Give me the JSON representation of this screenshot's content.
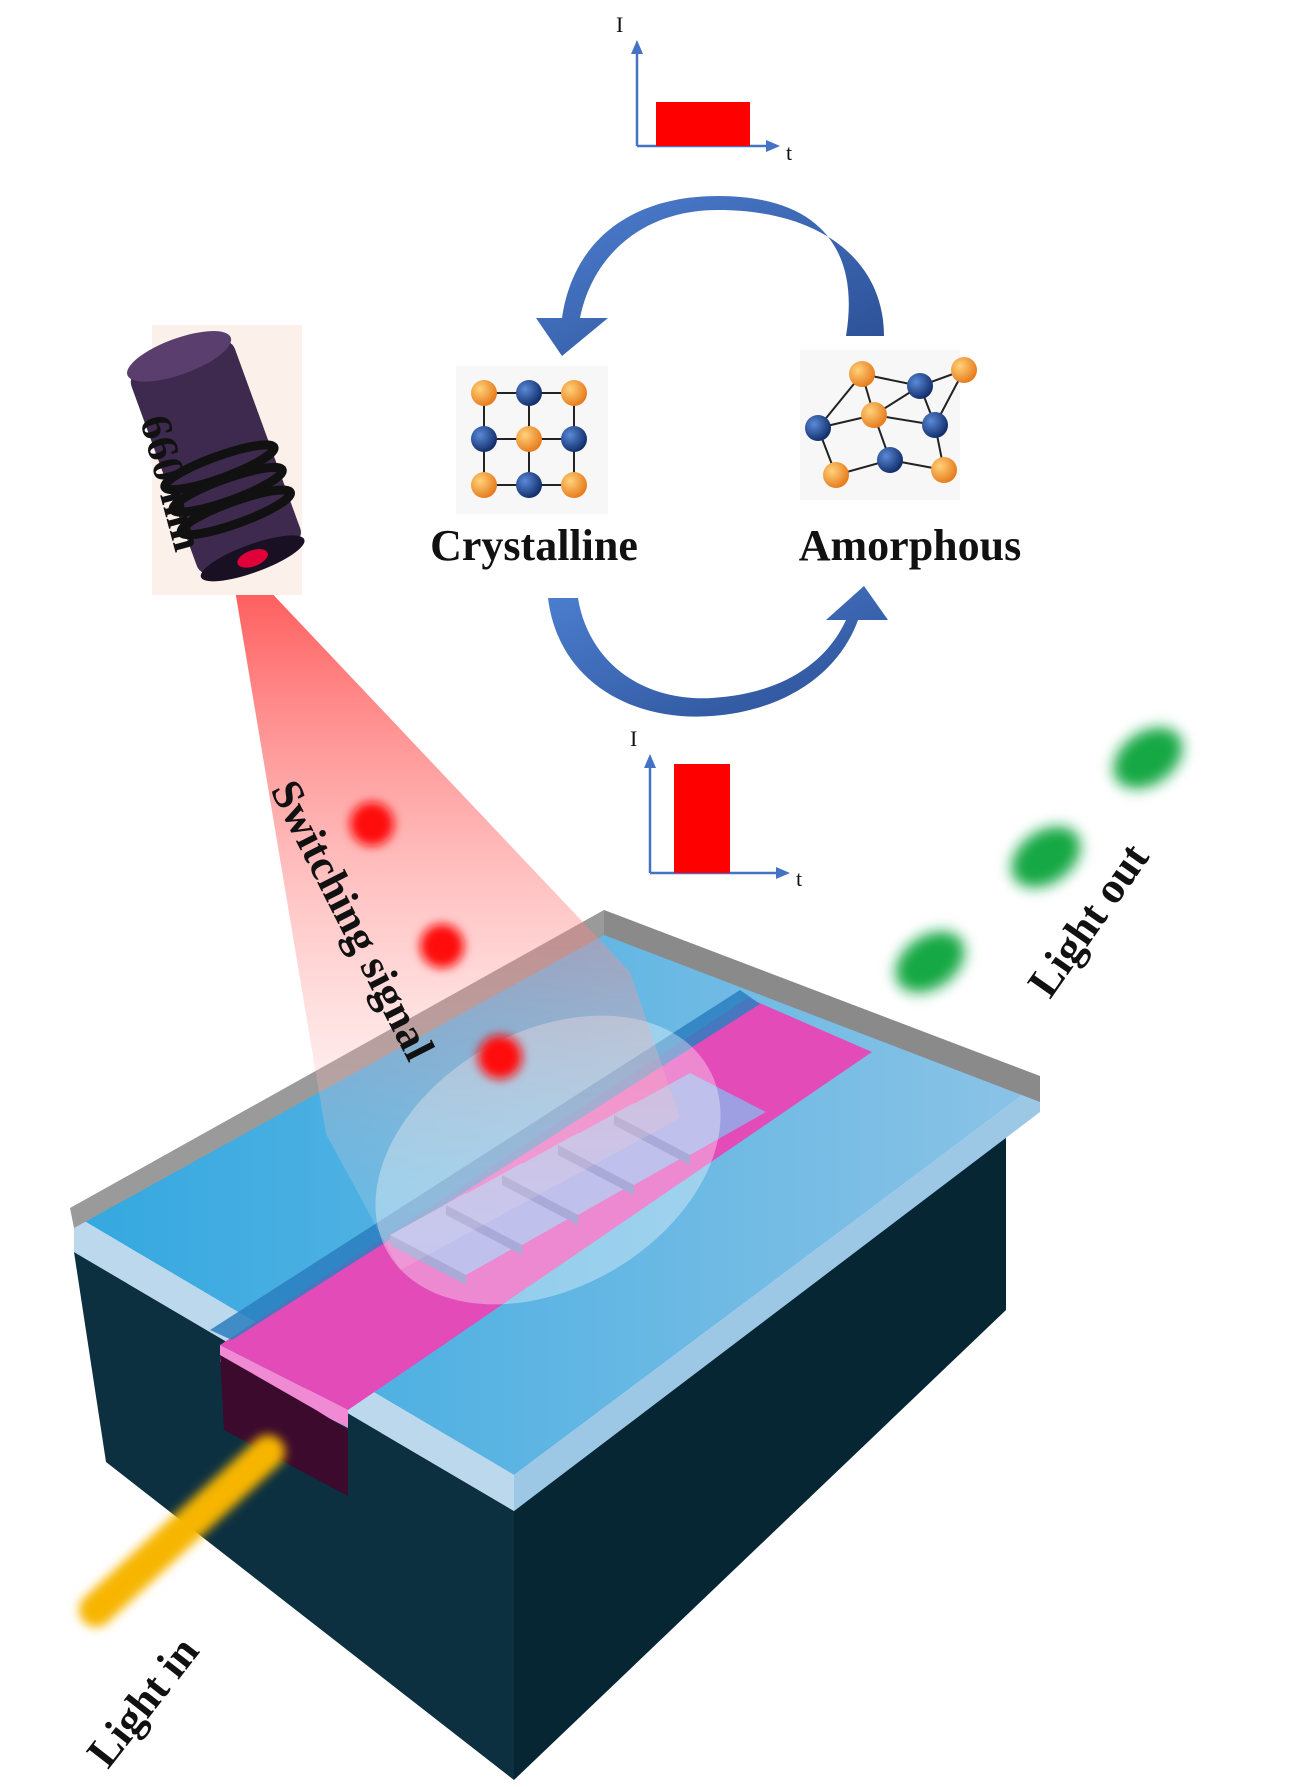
{
  "labels": {
    "laser_wavelength": "660 nm",
    "switching_signal": "Switching signal",
    "crystalline": "Crystalline",
    "amorphous": "Amorphous",
    "light_in": "Light in",
    "light_out": "Light out"
  },
  "pulse_top": {
    "y_axis": "I",
    "x_axis": "t"
  },
  "pulse_bottom": {
    "y_axis": "I",
    "x_axis": "t"
  },
  "colors": {
    "laser_beam": "#ff2a2a",
    "pulse": "#ff0000",
    "cycle_arrow": "#3f6fbd",
    "cladding": "#3aa7dd",
    "waveguide": "#e046b5",
    "substrate": "#082c3a",
    "light_in": "#f5b800",
    "light_out": "#1aa84a",
    "atom_orange": "#f39a1d",
    "atom_blue": "#1c3f8f"
  },
  "icons": [
    "laser-icon",
    "crystal-lattice-icon",
    "amorphous-lattice-icon"
  ]
}
